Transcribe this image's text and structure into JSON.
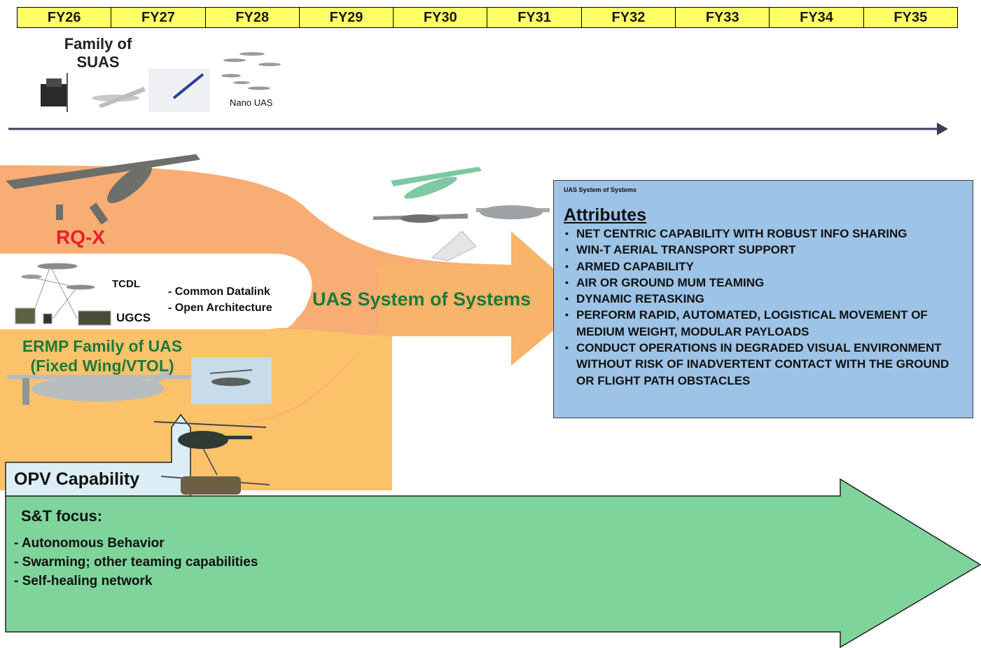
{
  "timeline": {
    "years": [
      "FY26",
      "FY27",
      "FY28",
      "FY29",
      "FY30",
      "FY31",
      "FY32",
      "FY33",
      "FY34",
      "FY35"
    ]
  },
  "suas": {
    "title": "Family of\nSUAS",
    "nano_label": "Nano UAS"
  },
  "rqx": {
    "label": "RQ-X"
  },
  "datalink": {
    "tcdl_label": "TCDL",
    "ugcs_label": "UGCS",
    "bullets": [
      "- Common Datalink",
      "- Open Architecture"
    ]
  },
  "ermp": {
    "label": "ERMP Family of UAS\n(Fixed Wing/VTOL)"
  },
  "sos": {
    "label": "UAS System of Systems"
  },
  "attributes": {
    "header_small": "UAS System of Systems",
    "title": "Attributes",
    "items": [
      "NET CENTRIC CAPABILITY WITH ROBUST INFO SHARING",
      "WIN-T AERIAL TRANSPORT SUPPORT",
      "ARMED CAPABILITY",
      "AIR OR GROUND MUM TEAMING",
      "DYNAMIC RETASKING",
      "PERFORM RAPID, AUTOMATED, LOGISTICAL MOVEMENT OF MEDIUM WEIGHT, MODULAR PAYLOADS",
      "CONDUCT OPERATIONS IN DEGRADED VISUAL ENVIRONMENT WITHOUT RISK OF INADVERTENT CONTACT WITH THE GROUND OR FLIGHT PATH OBSTACLES"
    ]
  },
  "opv": {
    "label": "OPV Capability"
  },
  "st": {
    "title": "S&T focus:",
    "items": [
      "- Autonomous Behavior",
      "- Swarming; other teaming capabilities",
      "- Self-healing network"
    ]
  },
  "colors": {
    "fy_fill": "#ffff66",
    "rqx_band": "#f7ad74",
    "ermp_band": "#fbc26a",
    "green_arrow": "#7fd49b",
    "attributes_box": "#9dc3e6",
    "timeline_arrow": "#3b3f5c",
    "rqx_text": "#e8202a",
    "sos_text": "#1e7a3a"
  }
}
